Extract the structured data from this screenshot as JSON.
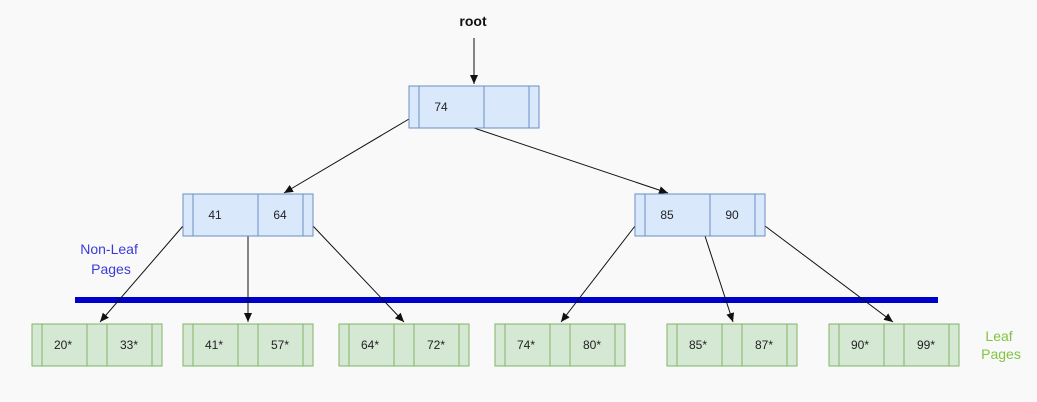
{
  "root_label": "root",
  "nonleaf_label": [
    "Non-Leaf",
    "Pages"
  ],
  "leaf_label": [
    "Leaf",
    "Pages"
  ],
  "colors": {
    "nonleaf_fill": "#dae8fc",
    "nonleaf_stroke": "#6c8ebf",
    "leaf_fill": "#d5e8d4",
    "leaf_stroke": "#82b366",
    "separator": "#0000cc",
    "edge": "#111111"
  },
  "tree": {
    "root": {
      "keys": [
        "74",
        ""
      ]
    },
    "internal": [
      {
        "keys": [
          "41",
          "64"
        ]
      },
      {
        "keys": [
          "85",
          "90"
        ]
      }
    ],
    "leaves": [
      {
        "keys": [
          "20*",
          "33*"
        ]
      },
      {
        "keys": [
          "41*",
          "57*"
        ]
      },
      {
        "keys": [
          "64*",
          "72*"
        ]
      },
      {
        "keys": [
          "74*",
          "80*"
        ]
      },
      {
        "keys": [
          "85*",
          "87*"
        ]
      },
      {
        "keys": [
          "90*",
          "99*"
        ]
      }
    ]
  }
}
